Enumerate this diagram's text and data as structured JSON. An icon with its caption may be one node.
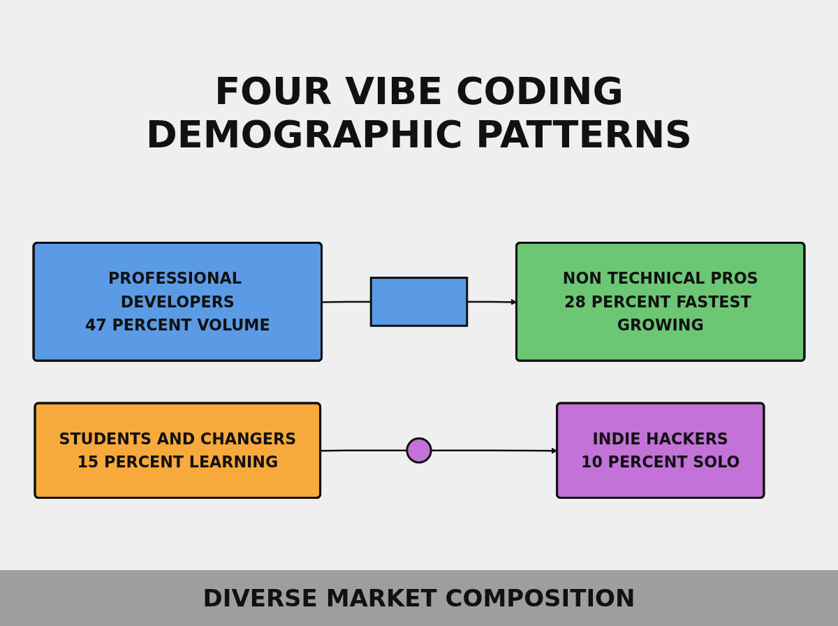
{
  "diagram": {
    "title": "FOUR VIBE CODING DEMOGRAPHIC PATTERNS",
    "caption": "DIVERSE MARKET COMPOSITION",
    "nodes": [
      {
        "text": [
          "PROFESSIONAL DEVELOPERS",
          "47 PERCENT VOLUME"
        ]
      },
      {
        "text": [
          "NON TECHNICAL PROS",
          "28 PERCENT FASTEST GROWING"
        ]
      },
      {
        "text": [
          "STUDENTS AND CHANGERS",
          "15 PERCENT LEARNING"
        ]
      },
      {
        "text": [
          "INDIE HACKERS",
          "10 PERCENT SOLO"
        ]
      },
      {
        "text": [],
        "shape": "box"
      },
      {
        "text": [],
        "shape": "circle"
      }
    ],
    "edges": [
      {
        "from": 0,
        "to": 4,
        "arrow": "none"
      },
      {
        "from": 4,
        "to": 1,
        "arrow": "to"
      },
      {
        "from": 2,
        "to": 5,
        "arrow": "none"
      },
      {
        "from": 5,
        "to": 3,
        "arrow": "to"
      }
    ]
  }
}
